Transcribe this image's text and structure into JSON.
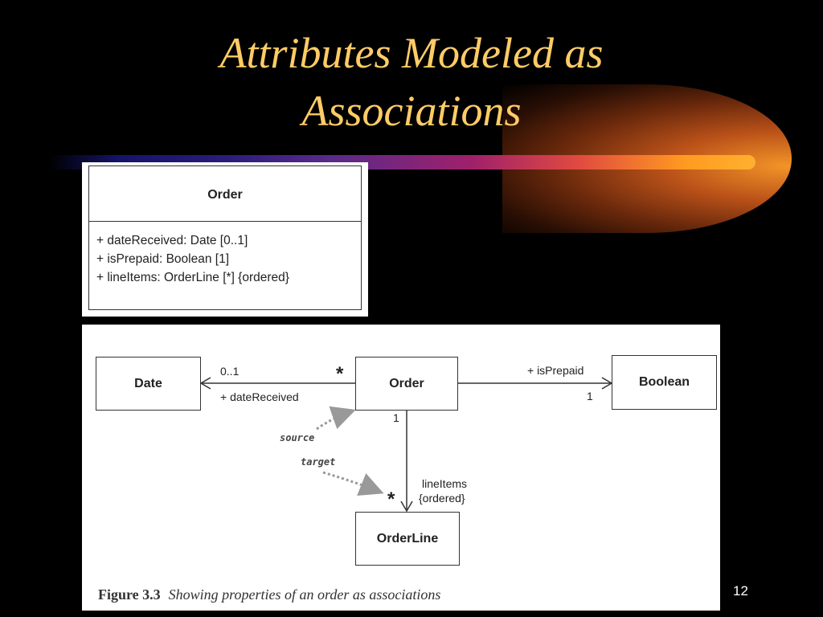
{
  "slide": {
    "title_line1": "Attributes Modeled as",
    "title_line2": "Associations",
    "page_number": "12"
  },
  "class_box": {
    "name": "Order",
    "attributes": [
      "+ dateReceived: Date  [0..1]",
      "+ isPrepaid: Boolean  [1]",
      "+ lineItems: OrderLine [*]  {ordered}"
    ]
  },
  "association_diagram": {
    "classes": {
      "date": "Date",
      "order": "Order",
      "boolean": "Boolean",
      "orderline": "OrderLine"
    },
    "labels": {
      "date_multiplicity": "0..1",
      "order_star_left": "*",
      "date_role": "+ dateReceived",
      "prepaid_role": "+ isPrepaid",
      "boolean_multiplicity": "1",
      "order_bottom_multiplicity": "1",
      "lineitems_role": "lineItems",
      "lineitems_constraint": "{ordered}",
      "orderline_star": "*"
    },
    "annotations": {
      "source": "source",
      "target": "target"
    },
    "caption_label": "Figure 3.3",
    "caption_text": "Showing properties of an order as associations"
  },
  "colors": {
    "background": "#000000",
    "title": "#ffcc66",
    "line": "#333333",
    "annotation_arrow": "#999999"
  }
}
